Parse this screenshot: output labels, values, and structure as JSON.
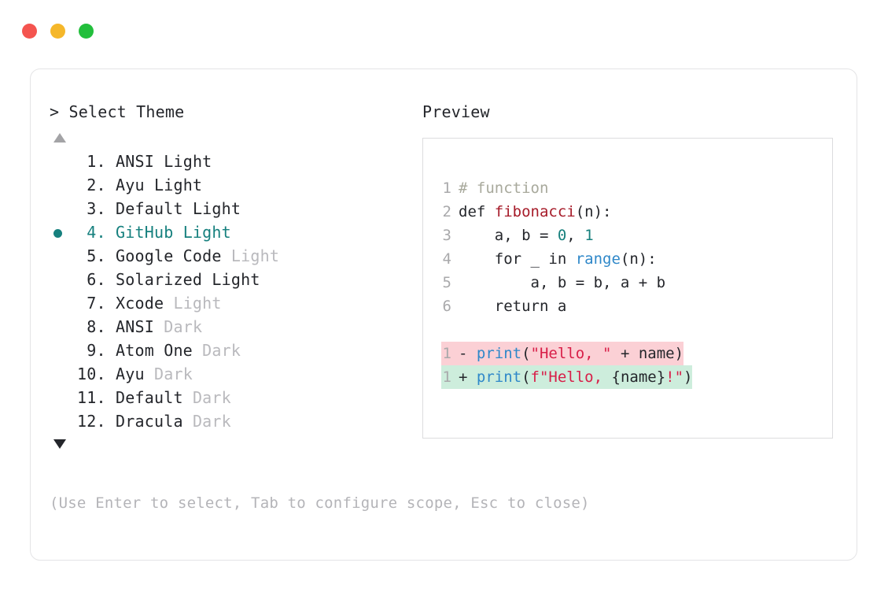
{
  "window": {
    "traffic_lights": [
      {
        "name": "close",
        "color": "#f4544f"
      },
      {
        "name": "minimize",
        "color": "#f5b72a"
      },
      {
        "name": "maximize",
        "color": "#22bf3c"
      }
    ]
  },
  "left": {
    "prompt": "> Select Theme",
    "scroll_up": "▲",
    "scroll_down": "▼",
    "selected_index": 4,
    "accent": "#16807e",
    "themes": [
      {
        "index": " 1.",
        "name": "ANSI",
        "suffix": "Light",
        "muted": false
      },
      {
        "index": " 2.",
        "name": "Ayu",
        "suffix": "Light",
        "muted": false
      },
      {
        "index": " 3.",
        "name": "Default",
        "suffix": "Light",
        "muted": false
      },
      {
        "index": " 4.",
        "name": "GitHub",
        "suffix": "Light",
        "muted": false
      },
      {
        "index": " 5.",
        "name": "Google Code",
        "suffix": "Light",
        "muted": true
      },
      {
        "index": " 6.",
        "name": "Solarized",
        "suffix": "Light",
        "muted": false
      },
      {
        "index": " 7.",
        "name": "Xcode",
        "suffix": "Light",
        "muted": true
      },
      {
        "index": " 8.",
        "name": "ANSI",
        "suffix": "Dark",
        "muted": true
      },
      {
        "index": " 9.",
        "name": "Atom One",
        "suffix": "Dark",
        "muted": true
      },
      {
        "index": "10.",
        "name": "Ayu",
        "suffix": "Dark",
        "muted": true
      },
      {
        "index": "11.",
        "name": "Default",
        "suffix": "Dark",
        "muted": true
      },
      {
        "index": "12.",
        "name": "Dracula",
        "suffix": "Dark",
        "muted": true
      }
    ],
    "hint": "(Use Enter to select, Tab to configure scope, Esc to close)"
  },
  "right": {
    "title": "Preview",
    "code_lines": [
      {
        "ln": "1",
        "tokens": [
          {
            "t": "# function",
            "c": "comment"
          }
        ]
      },
      {
        "ln": "2",
        "tokens": [
          {
            "t": "def ",
            "c": "kw"
          },
          {
            "t": "fibonacci",
            "c": "fn"
          },
          {
            "t": "(n):",
            "c": "punct"
          }
        ]
      },
      {
        "ln": "3",
        "tokens": [
          {
            "t": "    a, b = ",
            "c": "plain"
          },
          {
            "t": "0",
            "c": "num"
          },
          {
            "t": ", ",
            "c": "plain"
          },
          {
            "t": "1",
            "c": "num"
          }
        ]
      },
      {
        "ln": "4",
        "tokens": [
          {
            "t": "    for _ in ",
            "c": "plain"
          },
          {
            "t": "range",
            "c": "builtin"
          },
          {
            "t": "(n):",
            "c": "punct"
          }
        ]
      },
      {
        "ln": "5",
        "tokens": [
          {
            "t": "        a, b = b, a + b",
            "c": "plain"
          }
        ]
      },
      {
        "ln": "6",
        "tokens": [
          {
            "t": "    return a",
            "c": "plain"
          }
        ]
      }
    ],
    "diff_lines": [
      {
        "ln": "1",
        "kind": "del",
        "sign": "-",
        "tokens": [
          {
            "t": "print",
            "c": "builtin"
          },
          {
            "t": "(",
            "c": "punct"
          },
          {
            "t": "\"Hello, \"",
            "c": "str"
          },
          {
            "t": " + name",
            "c": "plain"
          },
          {
            "t": ")",
            "c": "punct"
          }
        ]
      },
      {
        "ln": "1",
        "kind": "add",
        "sign": "+",
        "tokens": [
          {
            "t": "print",
            "c": "builtin"
          },
          {
            "t": "(",
            "c": "punct"
          },
          {
            "t": "f\"Hello, ",
            "c": "str"
          },
          {
            "t": "{name}",
            "c": "plain"
          },
          {
            "t": "!\"",
            "c": "str"
          },
          {
            "t": ")",
            "c": "punct"
          }
        ]
      }
    ],
    "colors": {
      "comment": "#a8a99c",
      "function": "#a61b29",
      "number": "#17807d",
      "builtin": "#2f88c9",
      "string": "#d81e48",
      "diff_del_bg": "#fbd0d5",
      "diff_add_bg": "#cdeddc"
    }
  }
}
